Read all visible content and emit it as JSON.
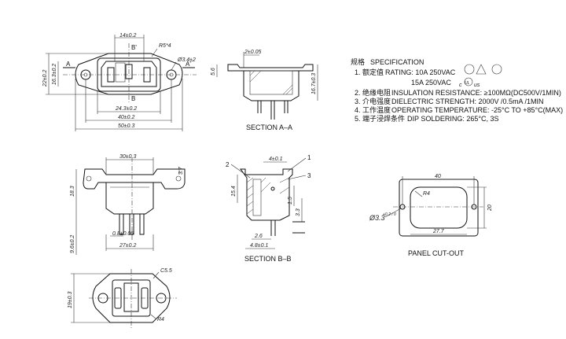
{
  "front_view": {
    "dims": {
      "top_width": "14±0.2",
      "radius": "R5*4",
      "hole": "Ø3.4±2",
      "height_total": "22±0.2",
      "height_inner": "16.3±0.2",
      "width_1": "24.3±0.2",
      "width_2": "40±0.2",
      "width_3": "50±0.3"
    },
    "markers": {
      "a_left": "A",
      "a_right": "A'",
      "b_top": "B'",
      "b_bottom": "B"
    }
  },
  "section_aa": {
    "title": "SECTION A–A",
    "dims": {
      "top": "2±0.05",
      "left": "5.6",
      "right": "16.7±0.3"
    }
  },
  "specification": {
    "heading_cn": "规格",
    "heading": "SPECIFICATION",
    "rows": [
      {
        "num": "1.",
        "cn": "额定值",
        "en": "RATING: 10A 250VAC"
      },
      {
        "num": "",
        "cn": "",
        "en": "15A 250VAC"
      },
      {
        "num": "2.",
        "cn": "绝缘电阻",
        "en": "INSULATION RESISTANCE: ≥100MΩ(DC500V/1MIN)"
      },
      {
        "num": "3.",
        "cn": "介电强度",
        "en": "DIELECTRIC STRENGTH: 2000V /0.5mA /1MIN"
      },
      {
        "num": "4.",
        "cn": "工作温度",
        "en": "OPERATING TEMPERATURE: -25°C TO +85°C(MAX)"
      },
      {
        "num": "5.",
        "cn": "端子浸焊条件",
        "en": "DIP SOLDERING: 265°C, 3S"
      }
    ],
    "cert_ul": "UL",
    "cert_c": "c",
    "cert_us": "us"
  },
  "side_view": {
    "dims": {
      "top": "30±0.3",
      "right": "3.7",
      "left": "18.3",
      "pin": "0.8±0.05",
      "bottom": "27±0.2",
      "bottom_left": "9.6±0.2"
    }
  },
  "section_bb": {
    "title": "SECTION B–B",
    "callouts": [
      "1",
      "2",
      "3"
    ],
    "dims": {
      "top": "4±0.1",
      "left": "15.4",
      "r1": "1.5",
      "r2": "3.3",
      "b1": "2.6",
      "b2": "4.8±0.1"
    }
  },
  "panel_cutout": {
    "title": "PANEL CUT-OUT",
    "dims": {
      "width": "40",
      "height": "20",
      "radius": "R4",
      "inner_width": "27.7",
      "hole": "Ø3.3",
      "hole_tol": "+0.2 / 0"
    }
  },
  "bottom_view": {
    "dims": {
      "left": "19±0.3",
      "radius_top": "C5.5",
      "radius_bottom": "R4"
    }
  }
}
